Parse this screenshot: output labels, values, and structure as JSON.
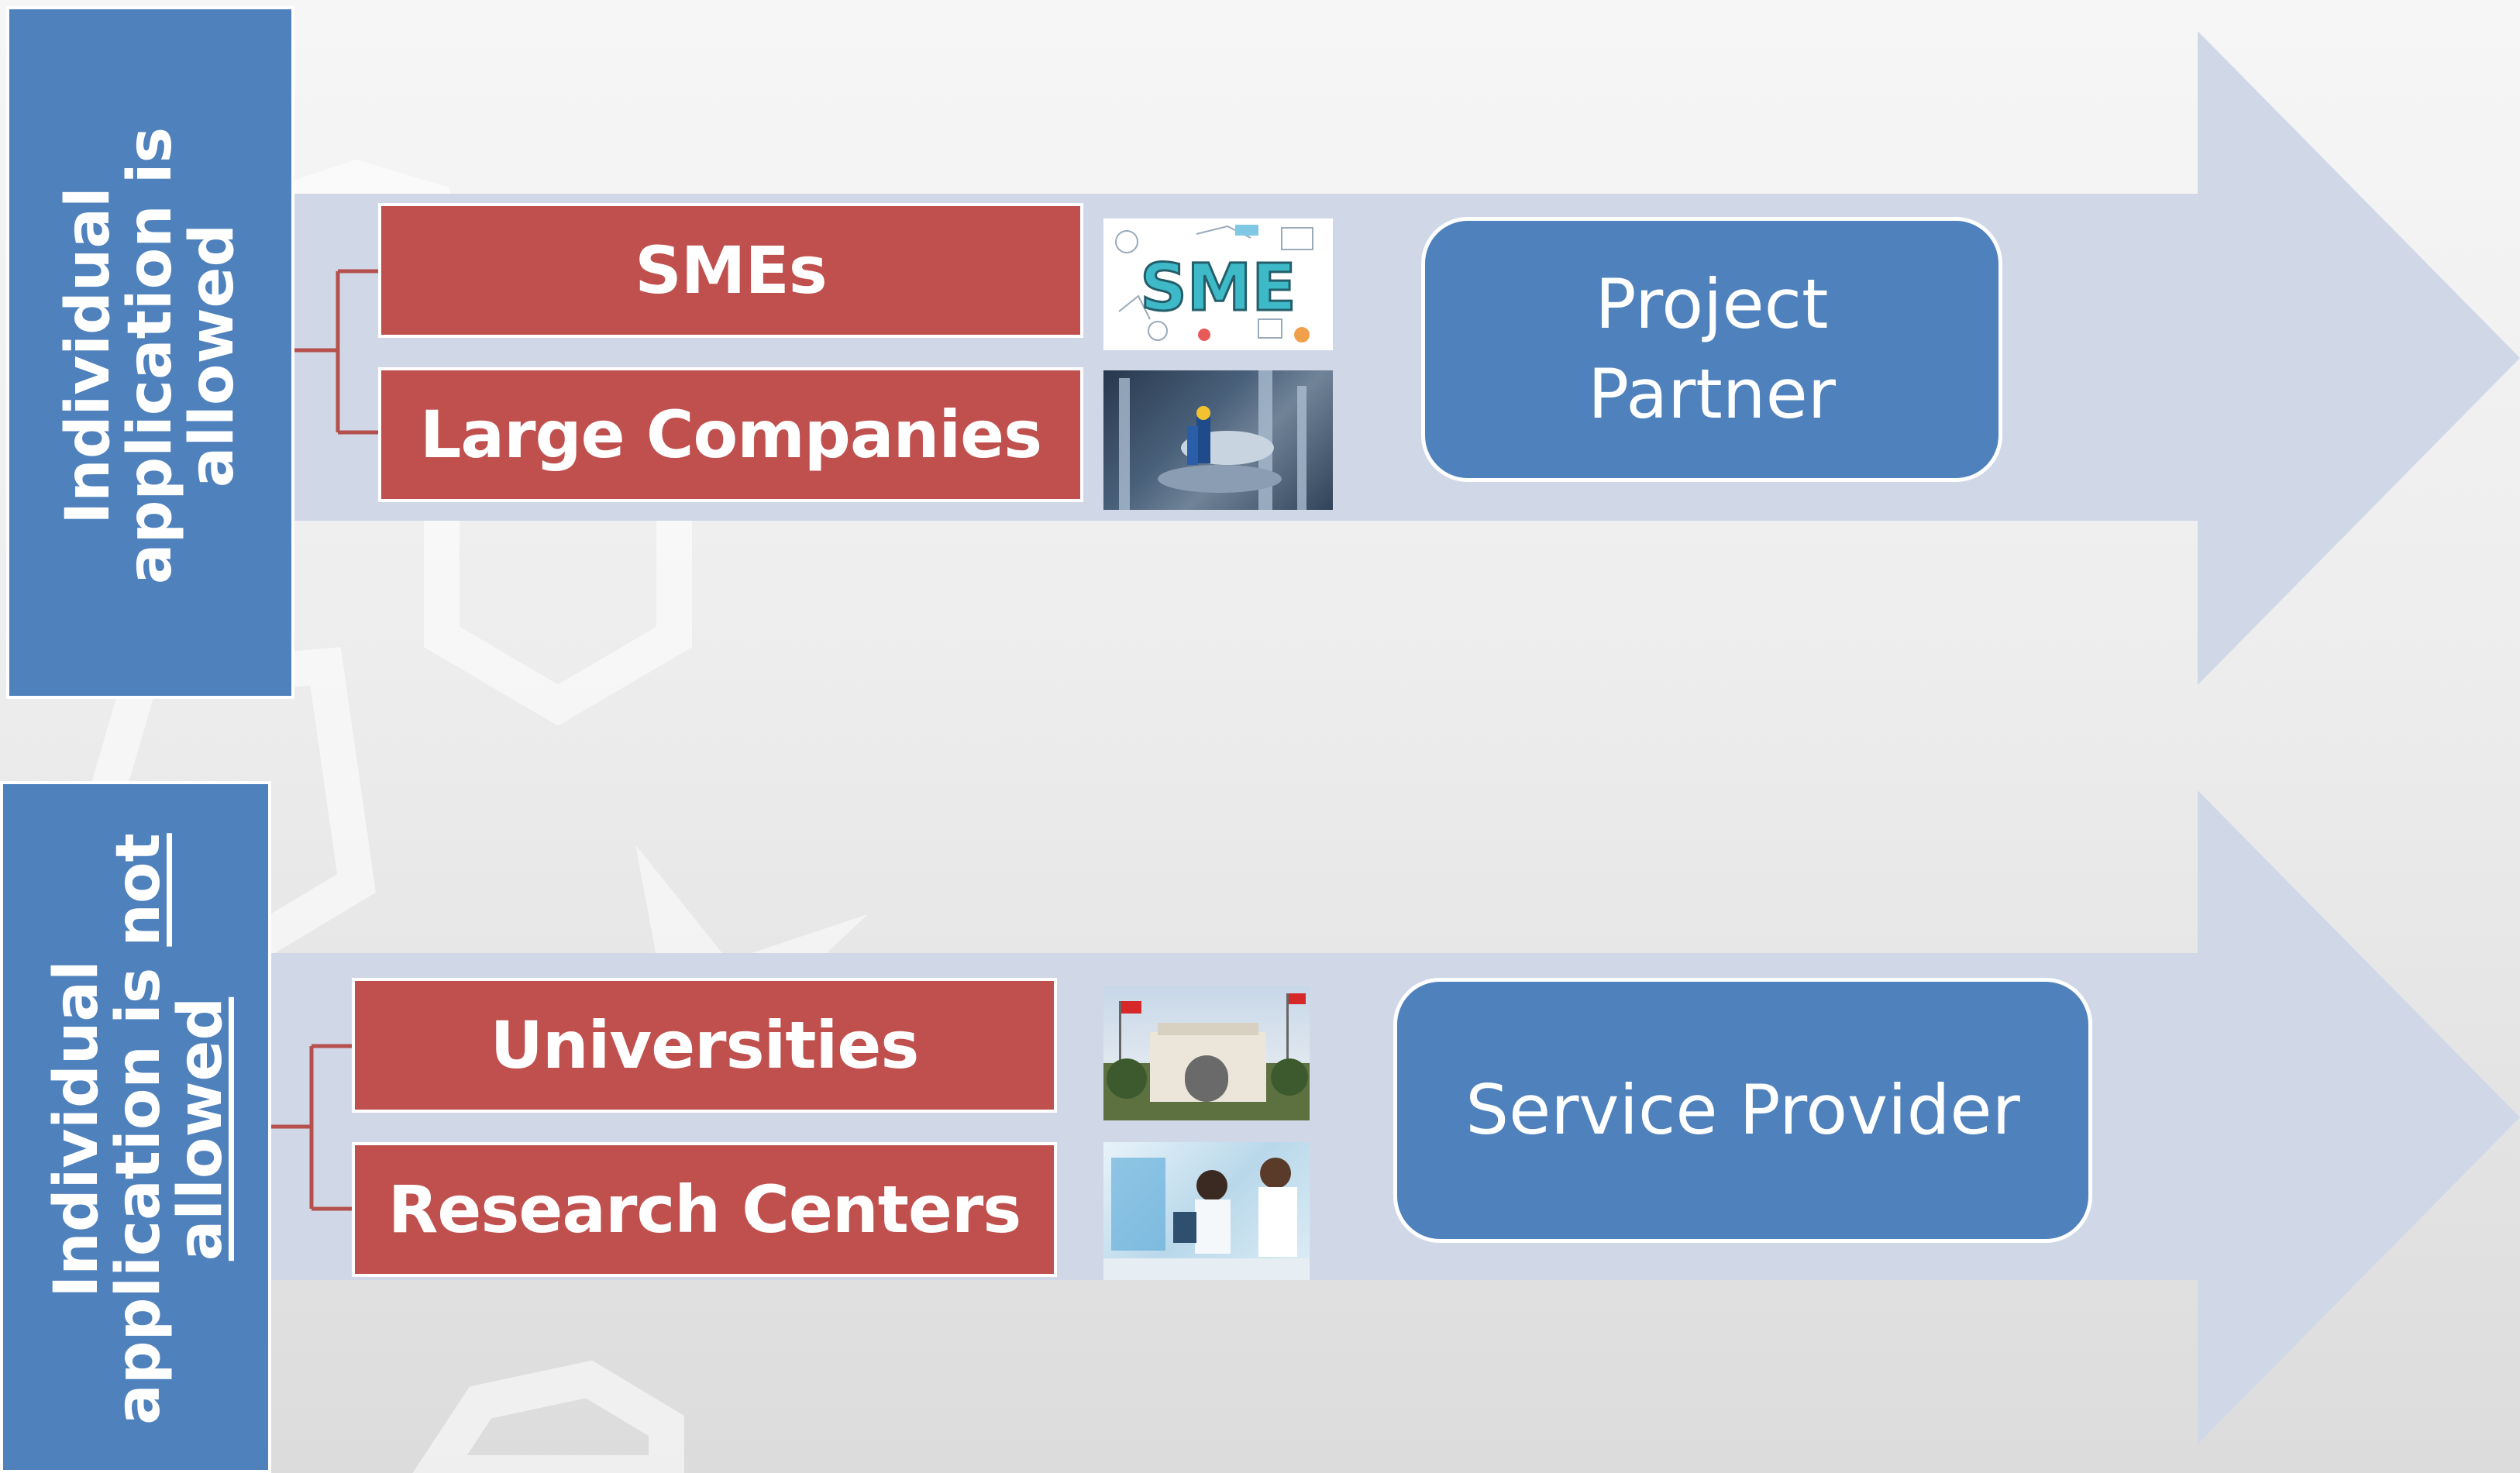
{
  "groups": [
    {
      "label_parts": [
        "Individual",
        "application is",
        "allowed"
      ],
      "items": [
        "SMEs",
        "Large Companies"
      ],
      "role": "Project Partner",
      "images": [
        "sme-illustration",
        "industrial-plant-photo"
      ]
    },
    {
      "label_parts": [
        "Individual",
        "application is ",
        "not",
        "allowed"
      ],
      "items": [
        "Universities",
        "Research Centers"
      ],
      "role": "Service Provider",
      "images": [
        "university-gate-photo",
        "laboratory-researchers-photo"
      ]
    }
  ],
  "sme_logo_text": "SME",
  "colors": {
    "blue": "#4f81bd",
    "red": "#c0504d",
    "arrow": "#d0d8e8",
    "connector": "#b5504c"
  }
}
